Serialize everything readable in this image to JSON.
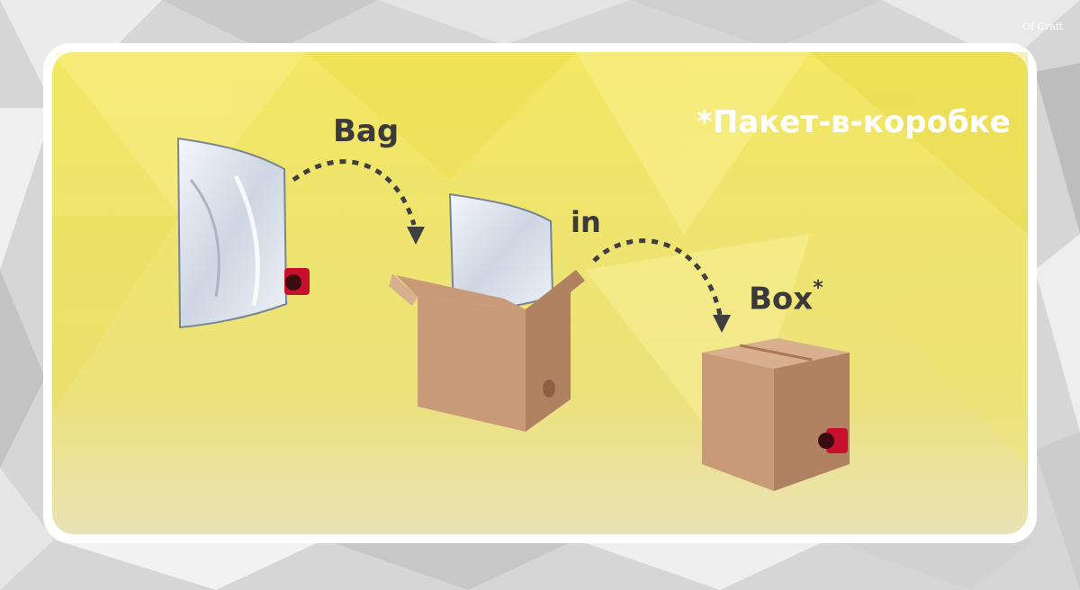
{
  "labels": {
    "bag": "Bag",
    "in": "in",
    "box": "Box",
    "box_asterisk": "*"
  },
  "caption": "*Пакет-в-коробке",
  "logo_text": "Of Craft",
  "colors": {
    "panel": "#f2e86a",
    "frame": "#ffffff",
    "background": "#d8d8d8",
    "cardboard": "#c89a78",
    "cardboard_dark": "#b08262",
    "tap": "#c8102e",
    "arrow": "#3f3f3f",
    "text": "#3a3a3a"
  },
  "icons": [
    "filled-bag-icon",
    "open-box-with-bag-icon",
    "closed-box-with-tap-icon",
    "dotted-arrow-icon"
  ]
}
